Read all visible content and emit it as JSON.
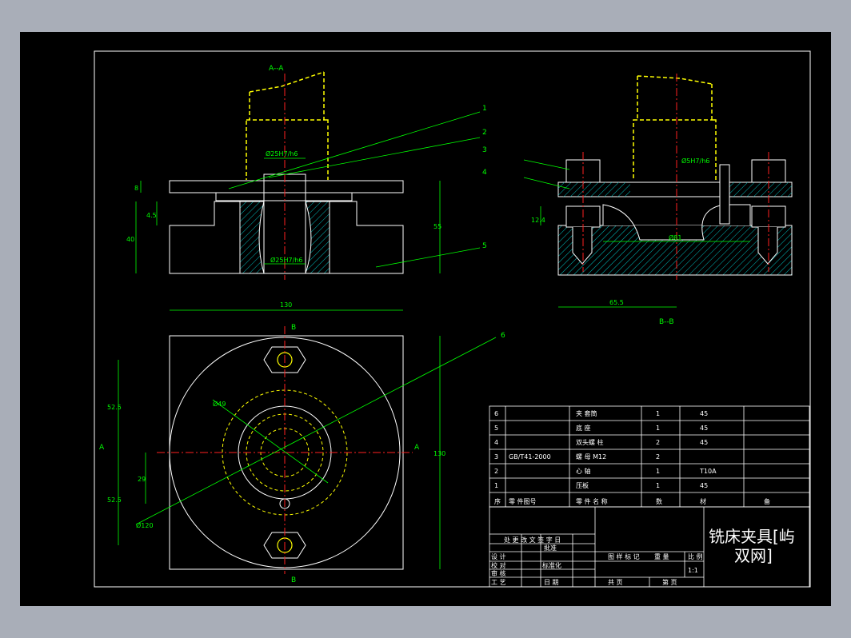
{
  "views": {
    "section_aa": "A--A",
    "section_bb": "B--B",
    "marker_a": "A",
    "marker_b": "B"
  },
  "dimensions": {
    "fit_top_aa": "Ø25H7/h6",
    "fit_bottom_aa": "Ø25H7/h6",
    "fit_bb": "Ø5H7/h6",
    "d8": "8",
    "d4_5": "4.5",
    "d40": "40",
    "d55": "55",
    "d12_4": "12.4",
    "d81": "Ø81",
    "d65_5": "65.5",
    "d130_top": "130",
    "d130_right": "130",
    "d52_5_top": "52.5",
    "d52_5_bottom": "52.5",
    "d29": "29",
    "d49": "Ø49",
    "d120": "Ø120"
  },
  "callouts": [
    "1",
    "2",
    "3",
    "4",
    "5",
    "6"
  ],
  "parts_table": {
    "rows": [
      {
        "no": "6",
        "code": "",
        "name": "夹 套筒",
        "qty": "1",
        "material": "45",
        "note": ""
      },
      {
        "no": "5",
        "code": "",
        "name": "底 座",
        "qty": "1",
        "material": "45",
        "note": ""
      },
      {
        "no": "4",
        "code": "",
        "name": "双头螺 柱",
        "qty": "2",
        "material": "45",
        "note": ""
      },
      {
        "no": "3",
        "code": "GB/T41-2000",
        "name": "螺 母 M12",
        "qty": "2",
        "material": "",
        "note": ""
      },
      {
        "no": "2",
        "code": "",
        "name": "心 轴",
        "qty": "1",
        "material": "T10A",
        "note": ""
      },
      {
        "no": "1",
        "code": "",
        "name": "压板",
        "qty": "1",
        "material": "45",
        "note": ""
      }
    ],
    "header": {
      "no": "序",
      "code": "零 件图号",
      "name": "零 件 名 称",
      "qty": "数",
      "material": "材",
      "note": "备"
    }
  },
  "title_block": {
    "revision_row": "处   更 改 文   签 字   日",
    "design": "设  计",
    "check": "校  对",
    "review": "审  核",
    "process": "工  艺",
    "standard": "标准化",
    "approve": "批准",
    "date": "日 期",
    "chart_label": "图 样 标 记",
    "weight": "重 量",
    "scale_label": "比 例",
    "scale_value": "1:1",
    "total_sheets": "共   页",
    "sheet_no": "第   页",
    "title_line1": "铣床夹具[屿",
    "title_line2": "双网]"
  },
  "colors": {
    "background": "#000000",
    "frame": "#ffffff",
    "dimension": "#00ff00",
    "center": "#ff2020",
    "hidden": "#ffff00",
    "hatch": "#00c0c0",
    "text": "#ffffff"
  }
}
